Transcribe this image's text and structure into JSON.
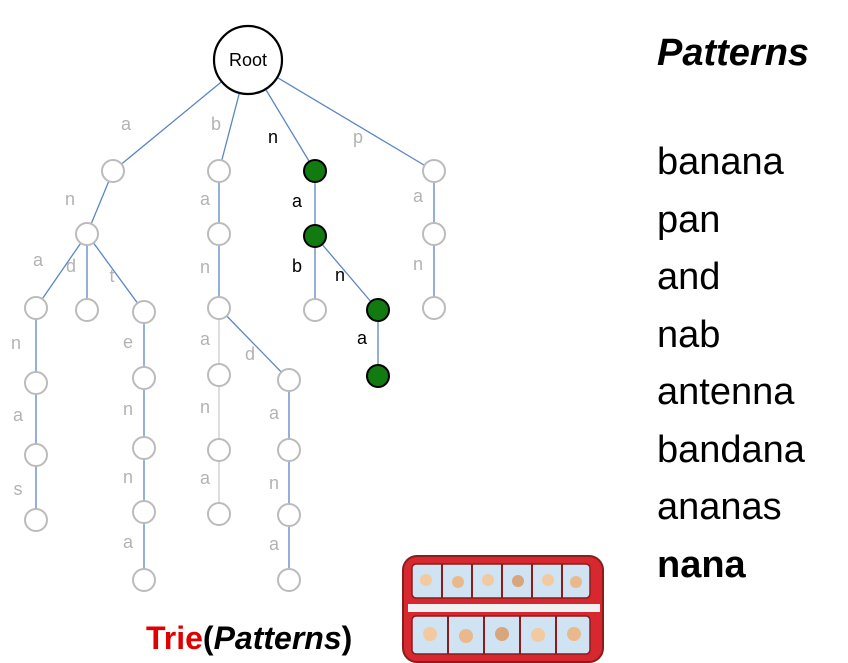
{
  "patterns": {
    "title": "Patterns",
    "items": [
      "banana",
      "pan",
      "and",
      "nab",
      "antenna",
      "bandana",
      "ananas",
      "nana"
    ],
    "highlighted": "nana"
  },
  "caption": {
    "word": "Trie",
    "open": "(",
    "arg": "Patterns",
    "close": ")"
  },
  "trie": {
    "root_label": "Root",
    "colors": {
      "edge": "#5b86c4",
      "faded_node": "#bbbbbb",
      "faded_label": "#b3b3b3",
      "highlight_fill": "#117a11",
      "highlight_label": "#000000",
      "faded_edge": "#cccccc"
    },
    "nodes": [
      {
        "id": "root"
      },
      {
        "id": "a",
        "path": "a"
      },
      {
        "id": "an",
        "path": "an"
      },
      {
        "id": "ana",
        "path": "ana"
      },
      {
        "id": "anan",
        "path": "anan"
      },
      {
        "id": "anana",
        "path": "anana"
      },
      {
        "id": "ananas",
        "path": "ananas"
      },
      {
        "id": "and",
        "path": "and"
      },
      {
        "id": "ant",
        "path": "ant"
      },
      {
        "id": "ante",
        "path": "ante"
      },
      {
        "id": "anten",
        "path": "anten"
      },
      {
        "id": "antenn",
        "path": "antenn"
      },
      {
        "id": "antenna",
        "path": "antenna"
      },
      {
        "id": "b",
        "path": "b"
      },
      {
        "id": "ba",
        "path": "ba"
      },
      {
        "id": "ban",
        "path": "ban"
      },
      {
        "id": "bana",
        "path": "bana"
      },
      {
        "id": "banan",
        "path": "banan"
      },
      {
        "id": "banana",
        "path": "banana"
      },
      {
        "id": "band",
        "path": "band"
      },
      {
        "id": "banda",
        "path": "banda"
      },
      {
        "id": "bandan",
        "path": "bandan"
      },
      {
        "id": "bandana",
        "path": "bandana"
      },
      {
        "id": "n",
        "path": "n",
        "highlight": true
      },
      {
        "id": "na",
        "path": "na",
        "highlight": true
      },
      {
        "id": "nab",
        "path": "nab"
      },
      {
        "id": "nan",
        "path": "nan",
        "highlight": true
      },
      {
        "id": "nana",
        "path": "nana",
        "highlight": true
      },
      {
        "id": "p",
        "path": "p"
      },
      {
        "id": "pa",
        "path": "pa"
      },
      {
        "id": "pan",
        "path": "pan"
      }
    ],
    "edges": [
      {
        "from": "root",
        "to": "a",
        "label": "a"
      },
      {
        "from": "root",
        "to": "b",
        "label": "b"
      },
      {
        "from": "root",
        "to": "n",
        "label": "n",
        "highlight": true
      },
      {
        "from": "root",
        "to": "p",
        "label": "p"
      },
      {
        "from": "a",
        "to": "an",
        "label": "n"
      },
      {
        "from": "an",
        "to": "ana",
        "label": "a"
      },
      {
        "from": "an",
        "to": "and",
        "label": "d"
      },
      {
        "from": "an",
        "to": "ant",
        "label": "t"
      },
      {
        "from": "ana",
        "to": "anan",
        "label": "n"
      },
      {
        "from": "anan",
        "to": "anana",
        "label": "a"
      },
      {
        "from": "anana",
        "to": "ananas",
        "label": "s"
      },
      {
        "from": "ant",
        "to": "ante",
        "label": "e"
      },
      {
        "from": "ante",
        "to": "anten",
        "label": "n"
      },
      {
        "from": "anten",
        "to": "antenn",
        "label": "n"
      },
      {
        "from": "antenn",
        "to": "antenna",
        "label": "a"
      },
      {
        "from": "b",
        "to": "ba",
        "label": "a"
      },
      {
        "from": "ba",
        "to": "ban",
        "label": "n"
      },
      {
        "from": "ban",
        "to": "bana",
        "label": "a"
      },
      {
        "from": "ban",
        "to": "band",
        "label": "d"
      },
      {
        "from": "bana",
        "to": "banan",
        "label": "n"
      },
      {
        "from": "banan",
        "to": "banana",
        "label": "a"
      },
      {
        "from": "band",
        "to": "banda",
        "label": "a"
      },
      {
        "from": "banda",
        "to": "bandan",
        "label": "n"
      },
      {
        "from": "bandan",
        "to": "bandana",
        "label": "a"
      },
      {
        "from": "n",
        "to": "na",
        "label": "a",
        "highlight": true
      },
      {
        "from": "na",
        "to": "nab",
        "label": "b"
      },
      {
        "from": "na",
        "to": "nan",
        "label": "n",
        "highlight": true
      },
      {
        "from": "nan",
        "to": "nana",
        "label": "a",
        "highlight": true
      },
      {
        "from": "p",
        "to": "pa",
        "label": "a"
      },
      {
        "from": "pa",
        "to": "pan",
        "label": "n"
      }
    ]
  },
  "bus_picture": {
    "icon": "double-decker-bus-icon",
    "colors": {
      "body": "#d7282f",
      "window": "#cfe3f2",
      "frame": "#8a1c1c"
    }
  }
}
